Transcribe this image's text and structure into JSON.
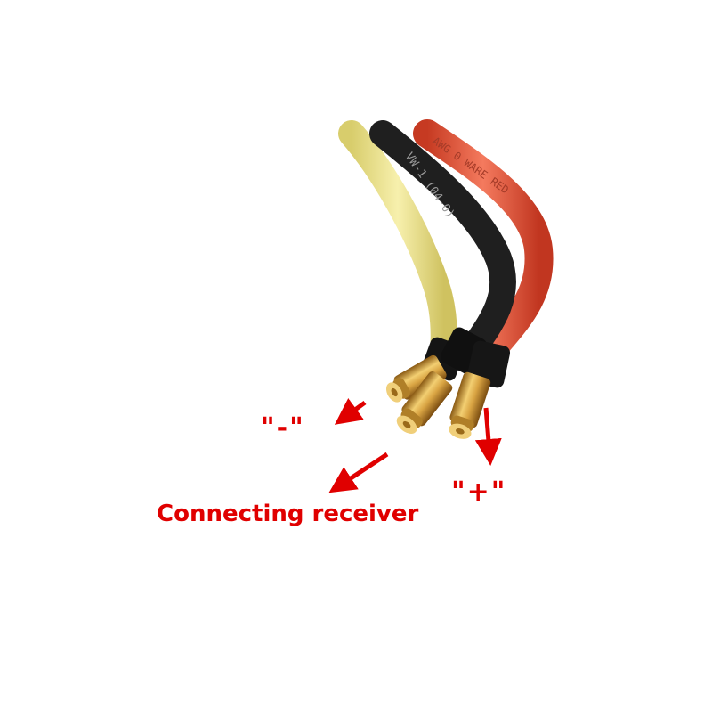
{
  "photo": {
    "subject": "three-wire-cable-with-gold-bullet-connectors",
    "wire_colors": {
      "yellow": "#eee48e",
      "black": "#1e1e1e",
      "red": "#ea5a40"
    },
    "connector_color": "#d9a443"
  },
  "annotations": {
    "negative_label": "\"-\"",
    "positive_label": "\"+\"",
    "receiver_label": "Connecting receiver",
    "color": "#e00000"
  },
  "wire_print": {
    "black_wire_text": "VW-1 (04-0)",
    "red_wire_text": "AWG 0 WARE RED"
  }
}
